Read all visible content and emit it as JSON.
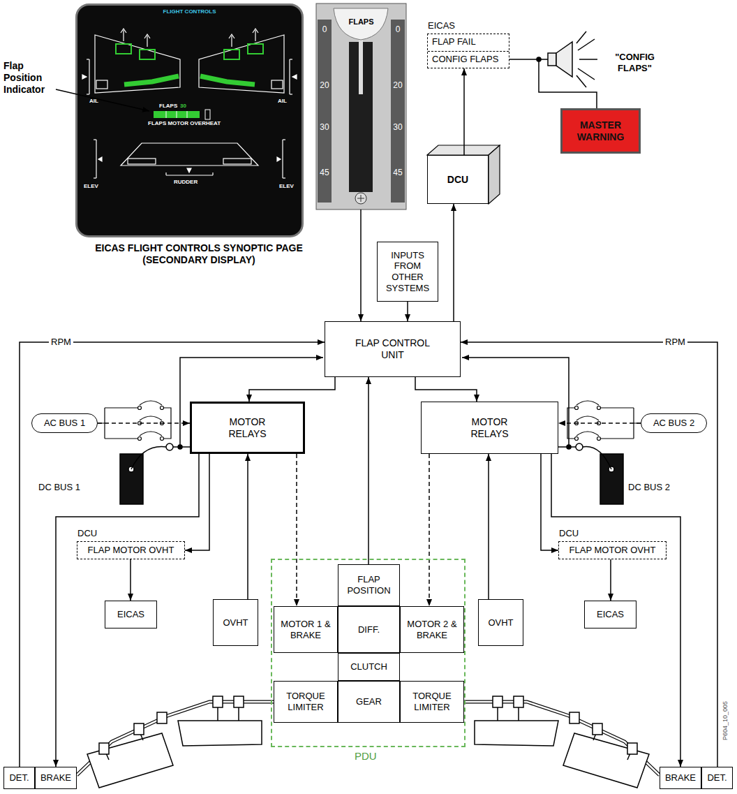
{
  "diagram": {
    "nodes": [
      {
        "text": [
          "FLIGHT CONTROLS",
          "AIL",
          "AIL",
          "FLAPS",
          "30",
          "FLAPS MOTOR OVERHEAT",
          "RUDDER",
          "ELEV",
          "ELEV"
        ]
      },
      {
        "text": [
          "FLAPS",
          "0",
          "20",
          "30",
          "45",
          "0",
          "20",
          "30",
          "45"
        ]
      },
      {
        "text": [
          "EICAS",
          "FLAP FAIL",
          "CONFIG FLAPS"
        ]
      },
      {
        "text": [
          "DCU"
        ]
      },
      {
        "text": [
          "MASTER WARNING"
        ]
      },
      {
        "text": [
          "INPUTS FROM OTHER SYSTEMS"
        ]
      },
      {
        "text": [
          "FLAP CONTROL UNIT"
        ]
      },
      {
        "text": [
          "AC BUS 1"
        ]
      },
      {
        "text": [
          "MOTOR RELAYS"
        ]
      },
      {
        "text": [
          "MOTOR RELAYS"
        ]
      },
      {
        "text": [
          "AC BUS 2"
        ]
      },
      {
        "text": [
          "DCU",
          "FLAP MOTOR OVHT"
        ]
      },
      {
        "text": [
          "DCU",
          "FLAP MOTOR OVHT"
        ]
      },
      {
        "text": [
          "EICAS"
        ]
      },
      {
        "text": [
          "OVHT"
        ]
      },
      {
        "text": [
          "PDU"
        ]
      },
      {
        "text": [
          "FLAP POSITION"
        ],
        "in": 15
      },
      {
        "text": [
          "MOTOR 1 & BRAKE"
        ],
        "in": 15
      },
      {
        "text": [
          "DIFF."
        ],
        "in": 15
      },
      {
        "text": [
          "MOTOR 2 & BRAKE"
        ],
        "in": 15
      },
      {
        "text": [
          "CLUTCH"
        ],
        "in": 15
      },
      {
        "text": [
          "TORQUE LIMITER"
        ],
        "in": 15
      },
      {
        "text": [
          "GEAR"
        ],
        "in": 15
      },
      {
        "text": [
          "TORQUE LIMITER"
        ],
        "in": 15
      },
      {
        "text": [
          "OVHT"
        ]
      },
      {
        "text": [
          "EICAS"
        ]
      },
      {
        "text": [
          "DET."
        ]
      },
      {
        "text": [
          "BRAKE"
        ]
      },
      {
        "text": [
          "BRAKE"
        ]
      },
      {
        "text": [
          "DET."
        ]
      }
    ],
    "edges": [
      {
        "from": 1,
        "to": 6,
        "arrow": "to"
      },
      {
        "from": 5,
        "to": 6,
        "arrow": "to"
      },
      {
        "from": 6,
        "to": 3,
        "arrow": "to"
      },
      {
        "from": 3,
        "to": 2,
        "arrow": "to"
      },
      {
        "from": 2,
        "to": 4,
        "arrow": "none"
      },
      {
        "from": 6,
        "to": 8,
        "arrow": "to"
      },
      {
        "from": 6,
        "to": 9,
        "arrow": "to"
      },
      {
        "from": 7,
        "to": 8,
        "arrow": "to"
      },
      {
        "from": 10,
        "to": 9,
        "arrow": "to"
      },
      {
        "from": 26,
        "to": 6,
        "label": "RPM",
        "arrow": "to"
      },
      {
        "from": 29,
        "to": 6,
        "label": "RPM",
        "arrow": "to"
      },
      {
        "from": 8,
        "to": 27,
        "arrow": "to"
      },
      {
        "from": 9,
        "to": 28,
        "arrow": "to"
      },
      {
        "from": 8,
        "to": 11,
        "arrow": "to"
      },
      {
        "from": 14,
        "to": 8,
        "arrow": "to"
      },
      {
        "from": 9,
        "to": 12,
        "arrow": "to"
      },
      {
        "from": 24,
        "to": 9,
        "arrow": "to"
      },
      {
        "from": 11,
        "to": 13,
        "arrow": "to"
      },
      {
        "from": 12,
        "to": 25,
        "arrow": "to"
      },
      {
        "from": 8,
        "to": 17,
        "arrow": "to"
      },
      {
        "from": 9,
        "to": 19,
        "arrow": "to"
      },
      {
        "from": 16,
        "to": 6,
        "arrow": "to"
      }
    ],
    "labels": [
      "Flap Position Indicator",
      "EICAS FLIGHT CONTROLS SYNOPTIC PAGE (SECONDARY DISPLAY)",
      "\"CONFIG FLAPS\"",
      "DC BUS 1",
      "DC BUS 2",
      "P604_10_005"
    ]
  }
}
